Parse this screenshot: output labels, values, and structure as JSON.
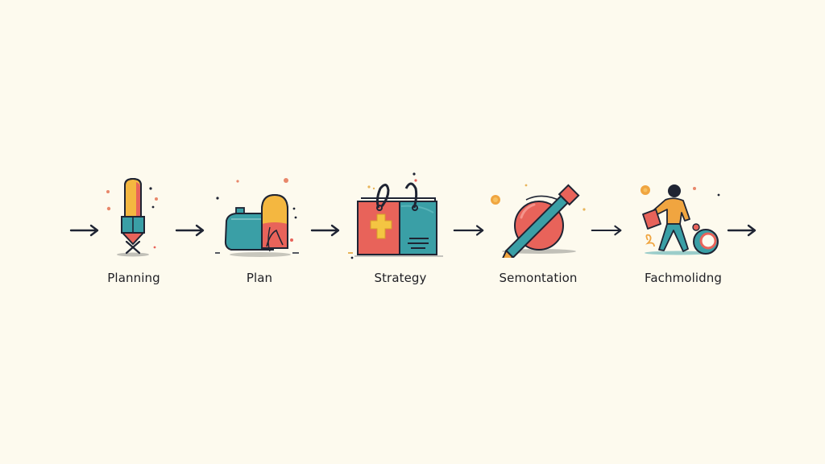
{
  "diagram": {
    "type": "process-flow",
    "background": "#fdfaee",
    "stroke_color": "#1f2433",
    "palette": {
      "yellow": "#f4b740",
      "coral": "#e8635a",
      "teal": "#3a9fa6",
      "orange": "#f0a540"
    },
    "steps": [
      {
        "label": "Planning",
        "icon": "pencil-marker-icon"
      },
      {
        "label": "Plan",
        "icon": "mailbox-icon"
      },
      {
        "label": "Strategy",
        "icon": "bag-folder-icon"
      },
      {
        "label": "Semontation",
        "icon": "ball-pencil-icon"
      },
      {
        "label": "Fachmolidng",
        "icon": "person-walking-icon"
      }
    ],
    "arrows": 6
  }
}
